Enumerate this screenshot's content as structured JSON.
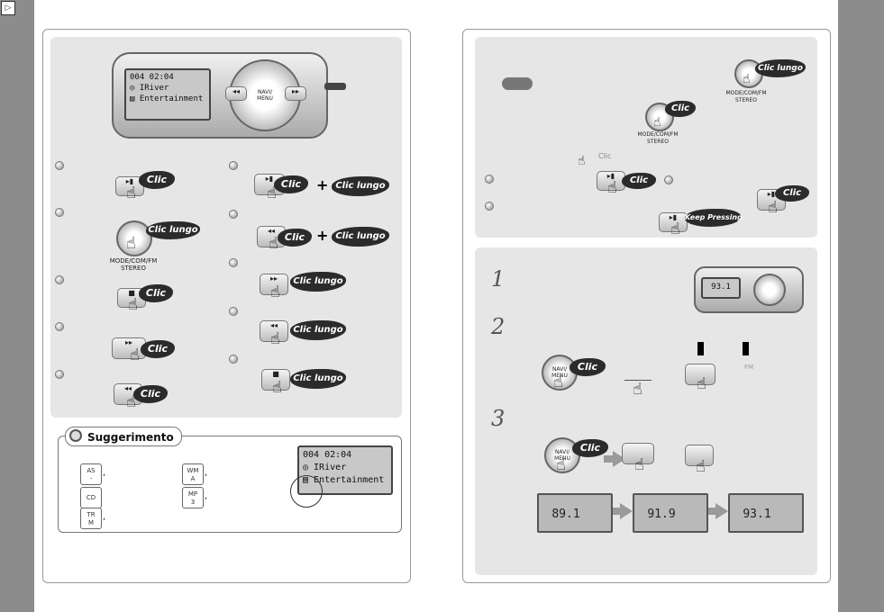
{
  "nav": {
    "play_icon": "▷"
  },
  "left": {
    "device_screen": {
      "line1": "004  02:04",
      "line2": "◎ IRiver",
      "line3": "▤ Entertainment"
    },
    "device_labels": {
      "navi_menu": "NAVI/\nMENU",
      "rew": "◂◂",
      "ffw": "▸▸",
      "play": "▸",
      "stop": "■"
    },
    "burst_short": "Clic",
    "burst_long": "Clic lungo",
    "mode_caption": "MODE/COM/FM\nSTEREO",
    "plus": "+",
    "suggerimento": {
      "title": "Suggerimento",
      "icons": [
        {
          "label": "AS\n-",
          "suffix": ","
        },
        {
          "label": "WM\nA",
          "suffix": ","
        },
        {
          "label": "CD",
          "suffix": ""
        },
        {
          "label": "MP\n3",
          "suffix": ","
        },
        {
          "label": "TR\nM",
          "suffix": ","
        }
      ],
      "screen": {
        "line1": "004  02:04",
        "line2": "◎ IRiver",
        "line3": "▤ Entertainment"
      }
    }
  },
  "right": {
    "burst_short": "Clic",
    "burst_long": "Clic lungo",
    "keep_pressing": "Keep Pressing",
    "mode_caption": "MODE/COM/FM\nSTEREO",
    "small_clic": "Clic",
    "steps": [
      "1",
      "2",
      "3"
    ],
    "mini_screen": "93.1",
    "navi_menu": "NAVI/\nMENU",
    "fm_label": "FM",
    "frequencies": [
      "89.1",
      "91.9",
      "93.1"
    ]
  },
  "icons": [
    "play-corner-icon",
    "hand-pointer-icon",
    "burst-icon",
    "bullet-icon",
    "magnifier-icon",
    "arrow-right-icon"
  ]
}
